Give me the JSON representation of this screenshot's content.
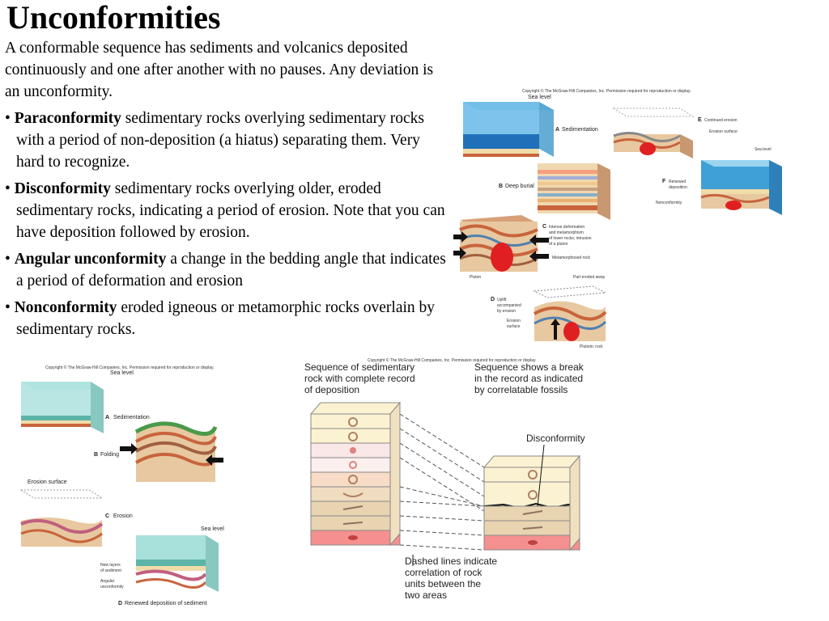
{
  "title": "Unconformities",
  "intro": "A conformable sequence has sediments and volcanics deposited continuously and one after another with no pauses. Any deviation is an unconformity.",
  "bullets": [
    {
      "term": "Paraconformity",
      "text": " sedimentary rocks overlying sedimentary rocks with a period of non-deposition (a hiatus) separating them.  Very hard to recognize."
    },
    {
      "term": "Disconformity",
      "text": " sedimentary rocks overlying older, eroded sedimentary rocks, indicating a period of erosion.  Note that you can have deposition followed by erosion."
    },
    {
      "term": "Angular unconformity",
      "text": " a change in the bedding angle that indicates a period of deformation and erosion"
    },
    {
      "term": "Nonconformity",
      "text": " eroded igneous or metamorphic rocks overlain by sedimentary rocks."
    }
  ],
  "bullet_char": "•",
  "fig_nonconformity": {
    "copyright": "Copyright © The McGraw-Hill Companies, Inc. Permission required for reproduction or display.",
    "sea_level_1": "Sea level",
    "a_letter": "A",
    "a_label": "Sedimentation",
    "b_letter": "B",
    "b_label": "Deep burial",
    "c_letter": "C",
    "c_label_1": "Intense deformation",
    "c_label_2": "and metamorphism",
    "c_label_3": "of lower rocks; intrusion",
    "c_label_4": "of a pluton",
    "metamorphosed": "Metamorphosed rock",
    "pluton": "Pluton",
    "d_letter": "D",
    "d_label_1": "Uplift",
    "d_label_2": "accompanied",
    "d_label_3": "by erosion",
    "erosion_surface_1": "Erosion",
    "erosion_surface_2": "surface",
    "part_eroded": "Part eroded away",
    "plutonic": "Plutonic rock",
    "e_letter": "E",
    "e_label": "Continued erosion",
    "erosion_surface": "Erosion surface",
    "sea_level_2": "Sea level",
    "f_letter": "F",
    "f_label_1": "Renewed",
    "f_label_2": "deposition",
    "nonconformity": "Nonconformity"
  },
  "fig_angular": {
    "copyright": "Copyright © The McGraw-Hill Companies, Inc. Permission required for reproduction or display.",
    "sea_level_1": "Sea level",
    "a_letter": "A",
    "a_label": "Sedimentation",
    "b_letter": "B",
    "b_label": "Folding",
    "erosion_surface": "Erosion surface",
    "c_letter": "C",
    "c_label": "Erosion",
    "sea_level_2": "Sea level",
    "new_layers_1": "New layers",
    "new_layers_2": "of sediment",
    "angular_1": "Angular",
    "angular_2": "unconformity",
    "d_letter": "D",
    "d_label": "Renewed deposition of sediment"
  },
  "fig_disconformity": {
    "copyright": "Copyright © The McGraw-Hill Companies, Inc. Permission required for reproduction or display.",
    "left_1": "Sequence of sedimentary",
    "left_2": "rock with complete record",
    "left_3": "of deposition",
    "right_1": "Sequence shows a break",
    "right_2": "in the record as indicated",
    "right_3": "by correlatable fossils",
    "disconformity": "Disconformity",
    "bottom_1": "Dashed lines indicate",
    "bottom_2": "correlation of rock",
    "bottom_3": "units between the",
    "bottom_4": "two areas"
  },
  "colors": {
    "water": "#3fa0d8",
    "water_light": "#7fd0e0",
    "sand": "#f0dca8",
    "rust": "#c8643c",
    "magma": "#e02020",
    "sediment_pink": "#f8d8d0",
    "cream": "#fbf2d2",
    "tan": "#e8d4b0"
  }
}
